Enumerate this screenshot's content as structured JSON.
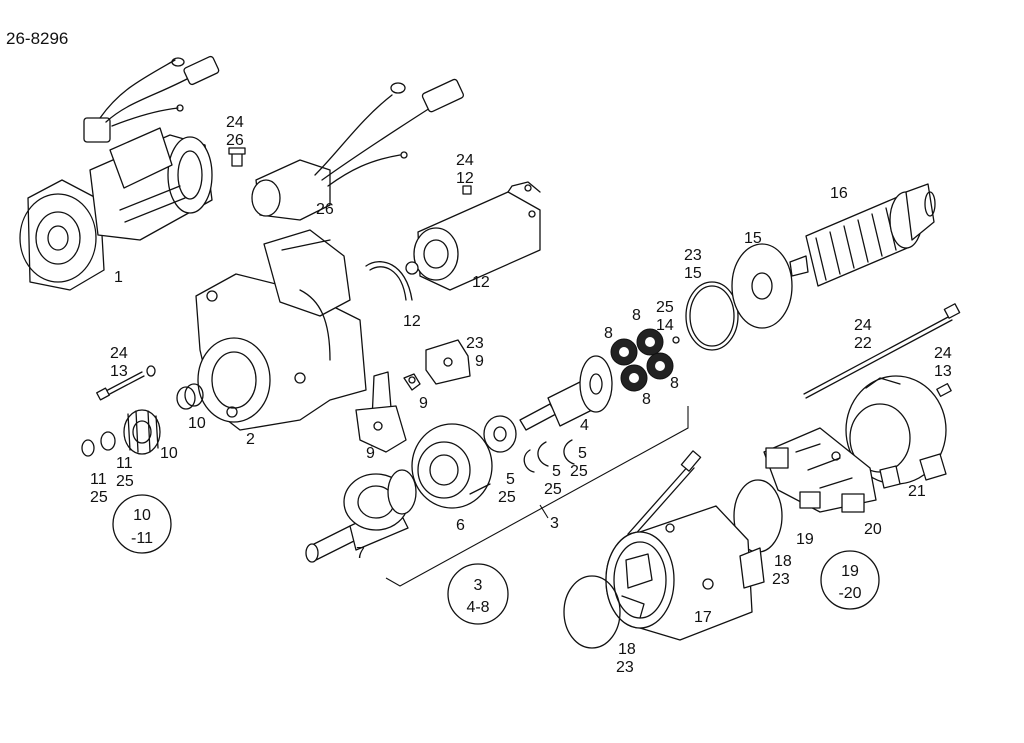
{
  "document_number": "26-8296",
  "callouts": {
    "c1": "1",
    "c2": "2",
    "c3": "3",
    "c4": "4",
    "c5a": "5",
    "c5a_sub": "25",
    "c5b": "5",
    "c5b_sub": "25",
    "c5c": "5",
    "c5c_sub": "25",
    "c6": "6",
    "c7": "7",
    "c8a": "8",
    "c8b": "8",
    "c8c": "8",
    "c8d": "8",
    "c9a": "9",
    "c9b": "9",
    "c9c_top": "23",
    "c9c": "9",
    "c10a": "10",
    "c10b": "10",
    "c11a": "11",
    "c11a_sub": "25",
    "c11b": "11",
    "c11b_sub": "25",
    "c12a": "12",
    "c12b": "12",
    "c12c_top": "24",
    "c12c": "12",
    "c13_top": "24",
    "c13": "13",
    "c13b_top": "24",
    "c13b": "13",
    "c14_top": "25",
    "c14": "14",
    "c15_top": "23",
    "c15a": "15",
    "c15b": "15",
    "c16": "16",
    "c17": "17",
    "c18a": "18",
    "c18a_sub": "23",
    "c18b": "18",
    "c18b_sub": "23",
    "c19": "19",
    "c20": "20",
    "c21": "21",
    "c22_top": "24",
    "c22": "22",
    "c26_top": "24",
    "c26_mid": "26",
    "c26": "26"
  },
  "kits": [
    {
      "line1": "10",
      "line2": "-11"
    },
    {
      "line1": "3",
      "line2": "4-8"
    },
    {
      "line1": "19",
      "line2": "-20"
    }
  ]
}
